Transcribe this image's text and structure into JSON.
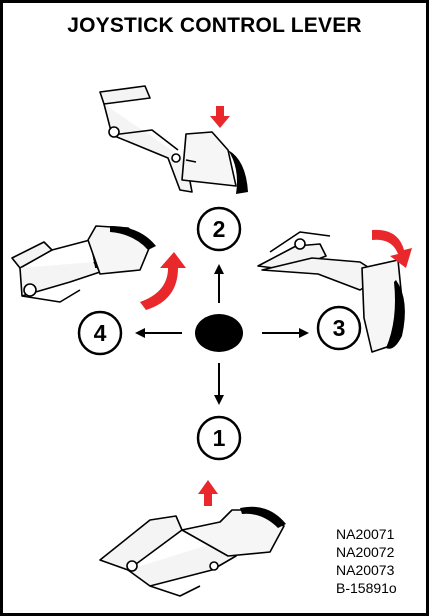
{
  "title": "JOYSTICK CONTROL LEVER",
  "positions": [
    {
      "number": "1",
      "direction": "down"
    },
    {
      "number": "2",
      "direction": "up"
    },
    {
      "number": "3",
      "direction": "right"
    },
    {
      "number": "4",
      "direction": "left"
    }
  ],
  "figure_codes": [
    "NA20071",
    "NA20072",
    "NA20073",
    "B-15891o"
  ],
  "colors": {
    "motion_arrow": "#e8282b",
    "line": "#000000",
    "background": "#ffffff"
  }
}
